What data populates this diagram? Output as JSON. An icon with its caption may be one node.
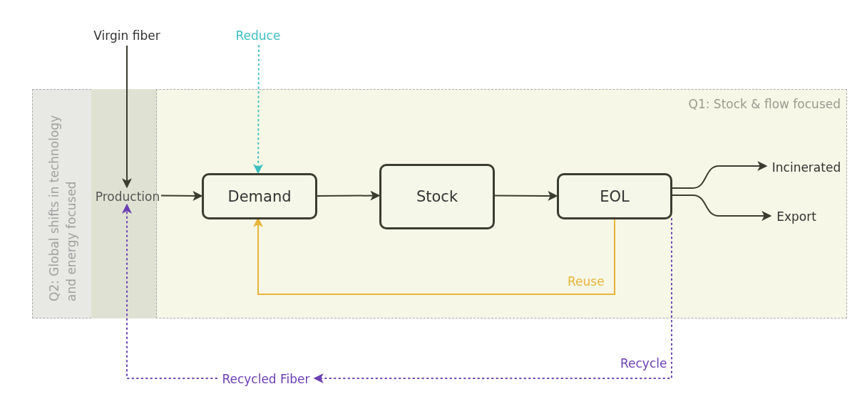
{
  "diagram": {
    "nodes": [
      {
        "text": [
          "Q2: Global shifts in technology and energy focused"
        ]
      },
      {
        "text": [
          "Q1: Stock & flow focused"
        ]
      },
      {
        "text": [
          "Production"
        ],
        "in": 1
      },
      {
        "text": [
          "Virgin fiber"
        ]
      },
      {
        "text": [
          "Reduce"
        ]
      },
      {
        "text": [
          "Demand"
        ],
        "in": 1
      },
      {
        "text": [
          "Stock"
        ],
        "in": 1
      },
      {
        "text": [
          "EOL"
        ],
        "in": 1
      },
      {
        "text": [
          "Incinerated"
        ],
        "in": 1
      },
      {
        "text": [
          "Export"
        ],
        "in": 1
      },
      {
        "text": [
          "Recycled Fiber"
        ]
      }
    ],
    "edges": [
      {
        "from": 3,
        "to": 2,
        "arrow": "to"
      },
      {
        "from": 2,
        "to": 5,
        "arrow": "to"
      },
      {
        "from": 4,
        "to": 5,
        "arrow": "to",
        "style": "dashed",
        "color": "#3dbfc0"
      },
      {
        "from": 5,
        "to": 6,
        "arrow": "to"
      },
      {
        "from": 6,
        "to": 7,
        "arrow": "to"
      },
      {
        "from": 7,
        "to": 8,
        "arrow": "to"
      },
      {
        "from": 7,
        "to": 9,
        "arrow": "to"
      },
      {
        "from": 7,
        "to": 5,
        "arrow": "to",
        "label": "Reuse",
        "color": "#e8b43c"
      },
      {
        "from": 7,
        "to": 10,
        "arrow": "to",
        "label": "Recycle",
        "style": "dashed",
        "color": "#6b3fb5"
      },
      {
        "from": 10,
        "to": 2,
        "arrow": "to",
        "style": "dashed",
        "color": "#6b3fb5"
      }
    ]
  }
}
